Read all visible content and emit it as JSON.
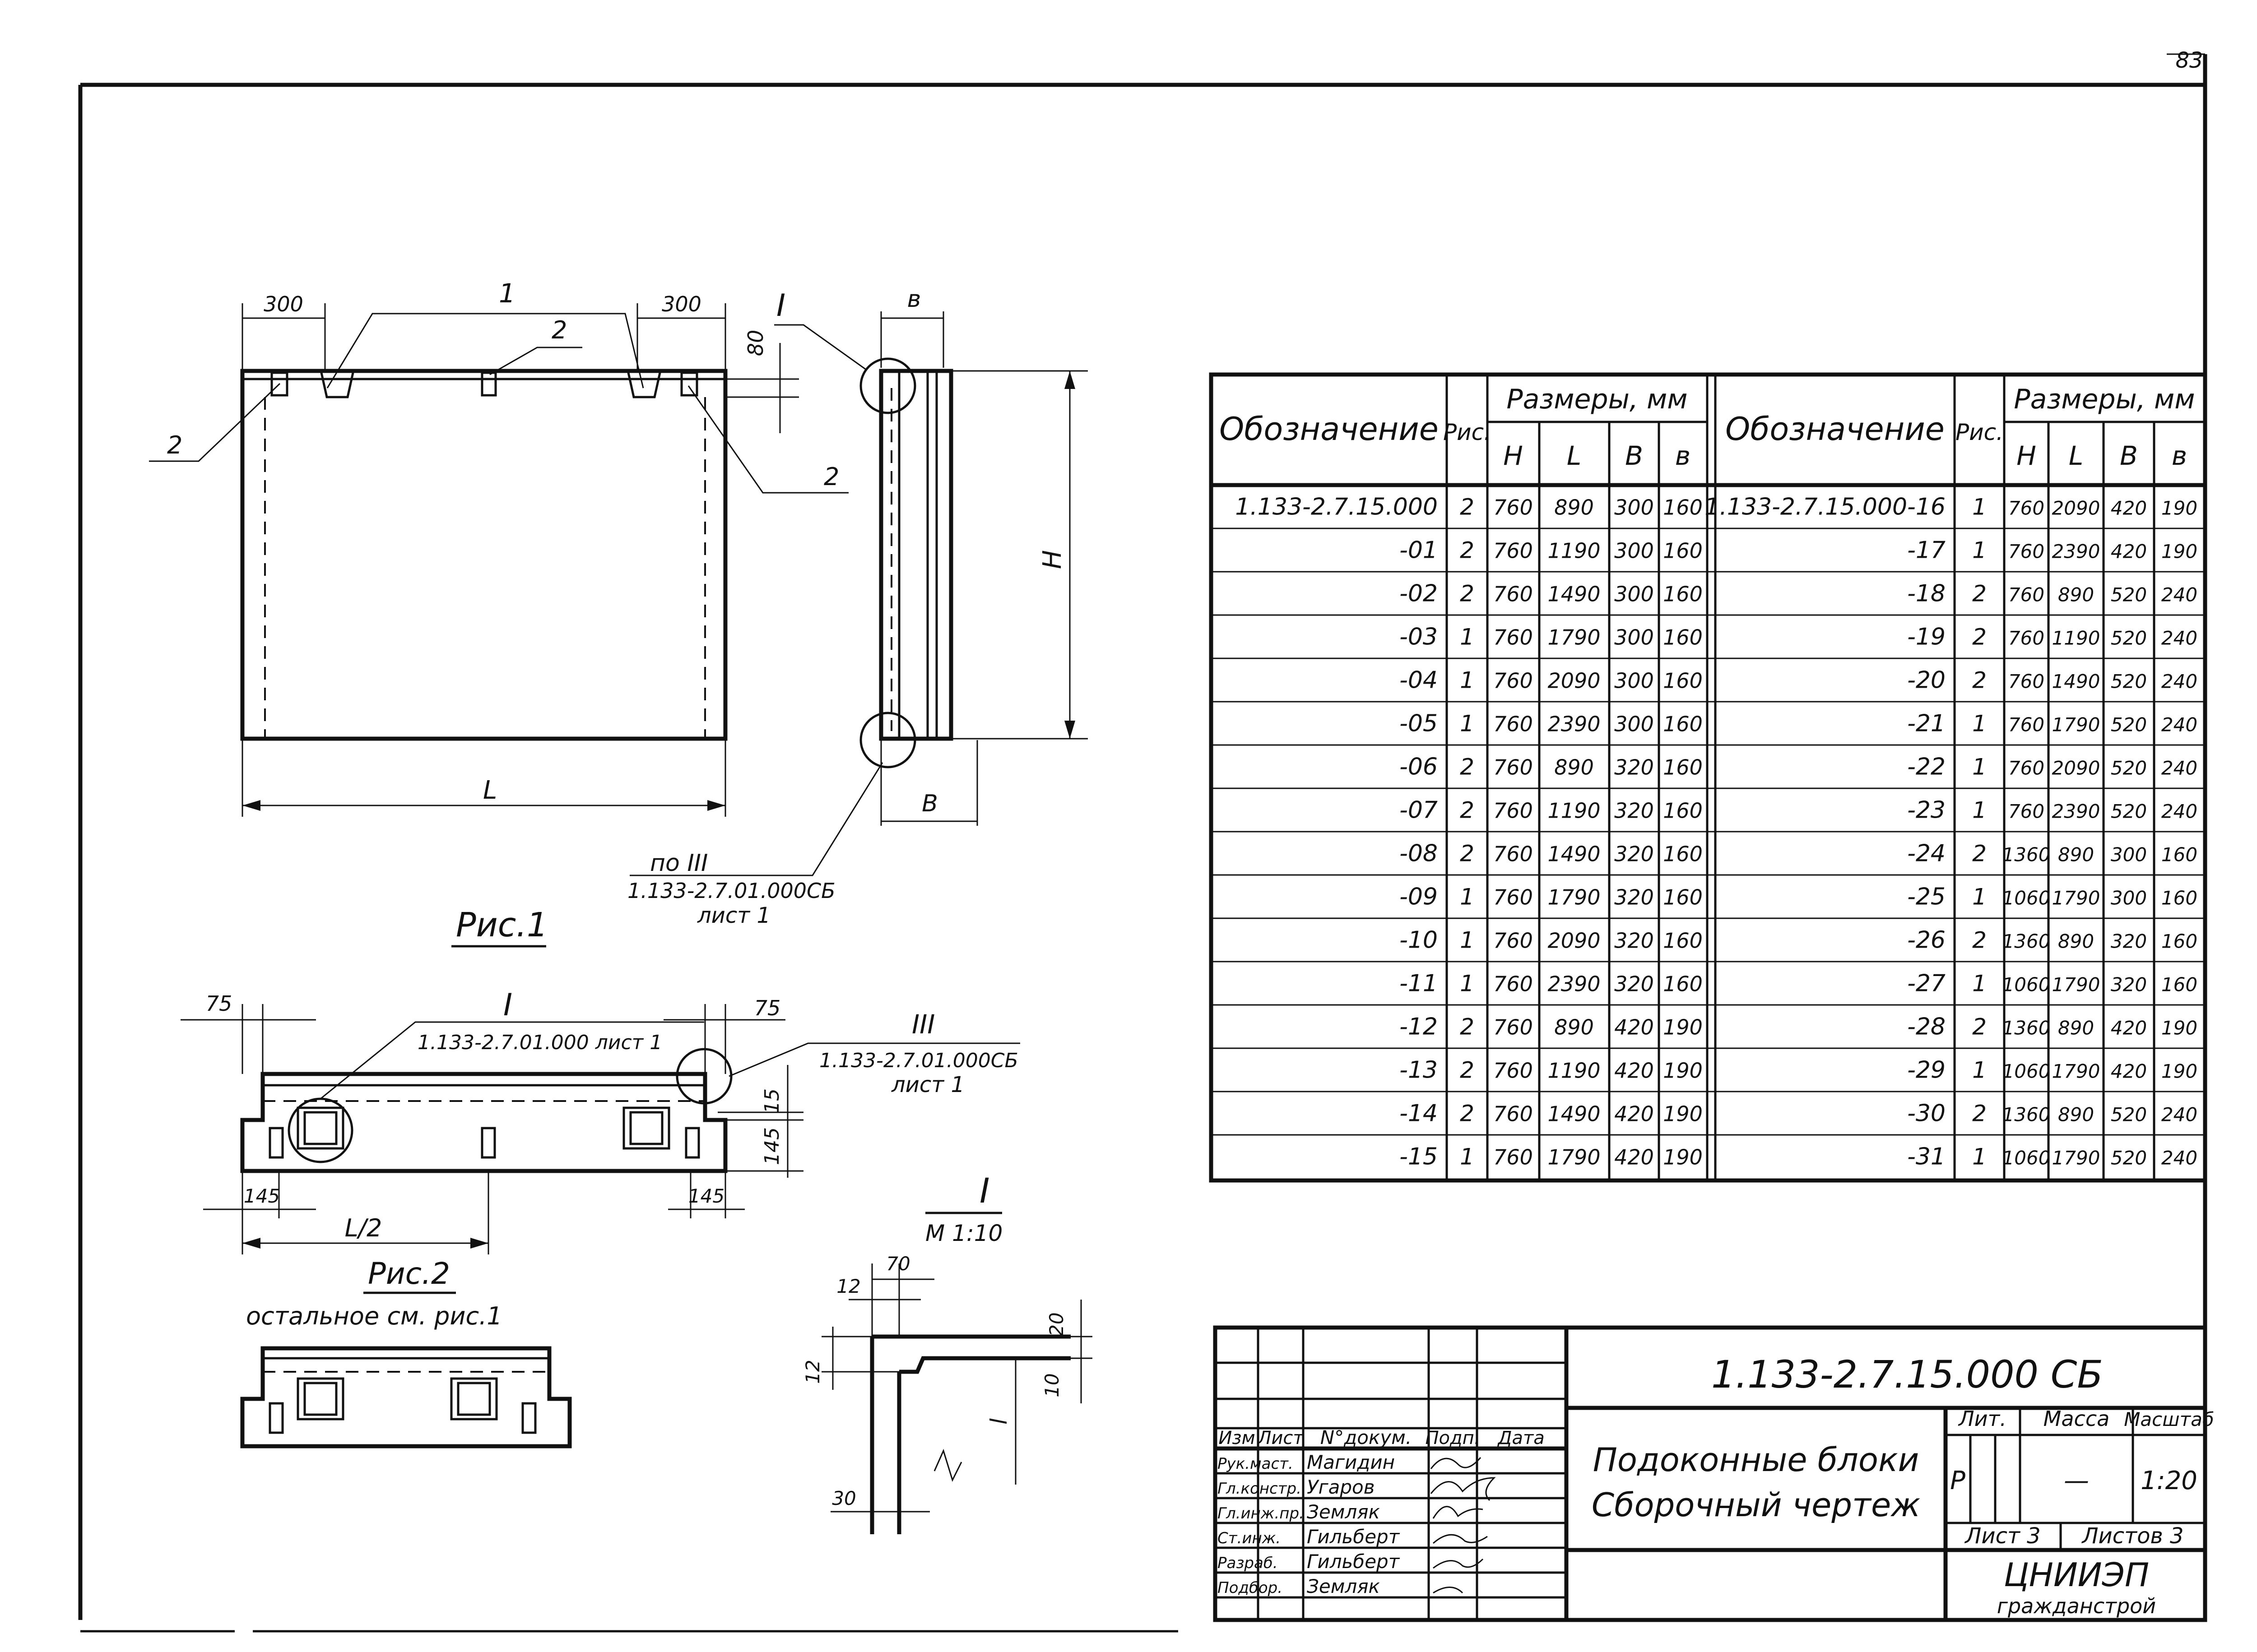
{
  "page_number": "83",
  "fig1": {
    "caption": "Рис.1",
    "dim_300_left": "300",
    "dim_300_right": "300",
    "dim_80": "80",
    "mark_1": "1",
    "mark_2_top": "2",
    "mark_2_left": "2",
    "mark_2_right": "2",
    "dim_L": "L",
    "node_I": "I",
    "dim_b_top": "в",
    "dim_B_bottom": "В",
    "dim_H": "H",
    "ref_node": "по III",
    "ref_doc": "1.133-2.7.01.000СБ",
    "ref_sheet": "лист 1"
  },
  "fig2": {
    "caption": "Рис.2",
    "note": "остальное см. рис.1",
    "dim_75_left": "75",
    "dim_75_right": "75",
    "node_I": "I",
    "node_I_ref": "1.133-2.7.01.000 лист 1",
    "node_III": "III",
    "node_III_ref": "1.133-2.7.01.000СБ",
    "node_III_sheet": "лист 1",
    "dim_15": "15",
    "dim_145_v": "145",
    "dim_145_left": "145",
    "dim_145_right": "145",
    "dim_L2": "L/2"
  },
  "detail": {
    "title": "I",
    "scale": "М 1:10",
    "dim_70": "70",
    "dim_12_top": "12",
    "dim_20": "20",
    "dim_12_side": "12",
    "dim_10": "10",
    "dim_l": "l",
    "dim_30": "30"
  },
  "table": {
    "header": {
      "designation": "Обозначение",
      "fig": "Рис.",
      "sizes": "Размеры, мм",
      "H": "Н",
      "L": "L",
      "B": "В",
      "b": "в"
    },
    "left_rows": [
      {
        "d": "1.133-2.7.15.000",
        "r": "2",
        "H": "760",
        "L": "890",
        "B": "300",
        "b": "160"
      },
      {
        "d": "-01",
        "r": "2",
        "H": "760",
        "L": "1190",
        "B": "300",
        "b": "160"
      },
      {
        "d": "-02",
        "r": "2",
        "H": "760",
        "L": "1490",
        "B": "300",
        "b": "160"
      },
      {
        "d": "-03",
        "r": "1",
        "H": "760",
        "L": "1790",
        "B": "300",
        "b": "160"
      },
      {
        "d": "-04",
        "r": "1",
        "H": "760",
        "L": "2090",
        "B": "300",
        "b": "160"
      },
      {
        "d": "-05",
        "r": "1",
        "H": "760",
        "L": "2390",
        "B": "300",
        "b": "160"
      },
      {
        "d": "-06",
        "r": "2",
        "H": "760",
        "L": "890",
        "B": "320",
        "b": "160"
      },
      {
        "d": "-07",
        "r": "2",
        "H": "760",
        "L": "1190",
        "B": "320",
        "b": "160"
      },
      {
        "d": "-08",
        "r": "2",
        "H": "760",
        "L": "1490",
        "B": "320",
        "b": "160"
      },
      {
        "d": "-09",
        "r": "1",
        "H": "760",
        "L": "1790",
        "B": "320",
        "b": "160"
      },
      {
        "d": "-10",
        "r": "1",
        "H": "760",
        "L": "2090",
        "B": "320",
        "b": "160"
      },
      {
        "d": "-11",
        "r": "1",
        "H": "760",
        "L": "2390",
        "B": "320",
        "b": "160"
      },
      {
        "d": "-12",
        "r": "2",
        "H": "760",
        "L": "890",
        "B": "420",
        "b": "190"
      },
      {
        "d": "-13",
        "r": "2",
        "H": "760",
        "L": "1190",
        "B": "420",
        "b": "190"
      },
      {
        "d": "-14",
        "r": "2",
        "H": "760",
        "L": "1490",
        "B": "420",
        "b": "190"
      },
      {
        "d": "-15",
        "r": "1",
        "H": "760",
        "L": "1790",
        "B": "420",
        "b": "190"
      }
    ],
    "right_rows": [
      {
        "d": "1.133-2.7.15.000-16",
        "r": "1",
        "H": "760",
        "L": "2090",
        "B": "420",
        "b": "190"
      },
      {
        "d": "-17",
        "r": "1",
        "H": "760",
        "L": "2390",
        "B": "420",
        "b": "190"
      },
      {
        "d": "-18",
        "r": "2",
        "H": "760",
        "L": "890",
        "B": "520",
        "b": "240"
      },
      {
        "d": "-19",
        "r": "2",
        "H": "760",
        "L": "1190",
        "B": "520",
        "b": "240"
      },
      {
        "d": "-20",
        "r": "2",
        "H": "760",
        "L": "1490",
        "B": "520",
        "b": "240"
      },
      {
        "d": "-21",
        "r": "1",
        "H": "760",
        "L": "1790",
        "B": "520",
        "b": "240"
      },
      {
        "d": "-22",
        "r": "1",
        "H": "760",
        "L": "2090",
        "B": "520",
        "b": "240"
      },
      {
        "d": "-23",
        "r": "1",
        "H": "760",
        "L": "2390",
        "B": "520",
        "b": "240"
      },
      {
        "d": "-24",
        "r": "2",
        "H": "1360",
        "L": "890",
        "B": "300",
        "b": "160"
      },
      {
        "d": "-25",
        "r": "1",
        "H": "1060",
        "L": "1790",
        "B": "300",
        "b": "160"
      },
      {
        "d": "-26",
        "r": "2",
        "H": "1360",
        "L": "890",
        "B": "320",
        "b": "160"
      },
      {
        "d": "-27",
        "r": "1",
        "H": "1060",
        "L": "1790",
        "B": "320",
        "b": "160"
      },
      {
        "d": "-28",
        "r": "2",
        "H": "1360",
        "L": "890",
        "B": "420",
        "b": "190"
      },
      {
        "d": "-29",
        "r": "1",
        "H": "1060",
        "L": "1790",
        "B": "420",
        "b": "190"
      },
      {
        "d": "-30",
        "r": "2",
        "H": "1360",
        "L": "890",
        "B": "520",
        "b": "240"
      },
      {
        "d": "-31",
        "r": "1",
        "H": "1060",
        "L": "1790",
        "B": "520",
        "b": "240"
      }
    ]
  },
  "title_block": {
    "doc_code": "1.133-2.7.15.000 СБ",
    "title_line1": "Подоконные блоки",
    "title_line2": "Сборочный чертеж",
    "hdr_izm": "Изм",
    "hdr_list": "Лист",
    "hdr_ndoc": "N°докум.",
    "hdr_podp": "Подп.",
    "hdr_data": "Дата",
    "roles": [
      {
        "role": "Рук.маст.",
        "name": "Магидин"
      },
      {
        "role": "Гл.констр.",
        "name": "Угаров"
      },
      {
        "role": "Гл.инж.пр.",
        "name": "Земляк"
      },
      {
        "role": "Ст.инж.",
        "name": "Гильберт"
      },
      {
        "role": "Разраб.",
        "name": "Гильберт"
      },
      {
        "role": "Подбор.",
        "name": "Земляк"
      }
    ],
    "lit_label": "Лит.",
    "mass_label": "Масса",
    "scale_label": "Масштаб",
    "lit_value": "Р",
    "mass_value": "—",
    "scale_value": "1:20",
    "sheet": "Лист 3",
    "sheets": "Листов 3",
    "org": "ЦНИИЭП",
    "org_sub": "гражданстрой"
  }
}
